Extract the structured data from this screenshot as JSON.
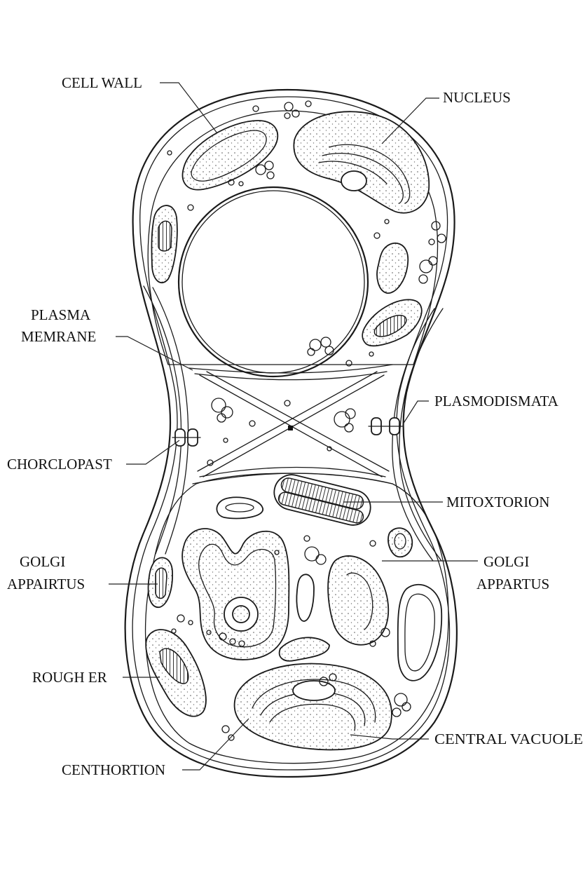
{
  "labels": {
    "cell_wall": "CELL WALL",
    "nucleus": "NUCLEUS",
    "plasma_line1": "PLASMA",
    "plasma_line2": "MEMRANE",
    "plasmodismata": "PLASMODISMATA",
    "chorclopast": "CHORCLOPAST",
    "mitoxtorion": "MITOXTORION",
    "golgi_left_line1": "GOLGI",
    "golgi_left_line2": "APPAIRTUS",
    "golgi_right_line1": "GOLGI",
    "golgi_right_line2": "APPARTUS",
    "rough_er": "ROUGH ER",
    "central_vacuole": "CENTRAL VACUOLE",
    "centhortion": "CENTHORTION"
  }
}
